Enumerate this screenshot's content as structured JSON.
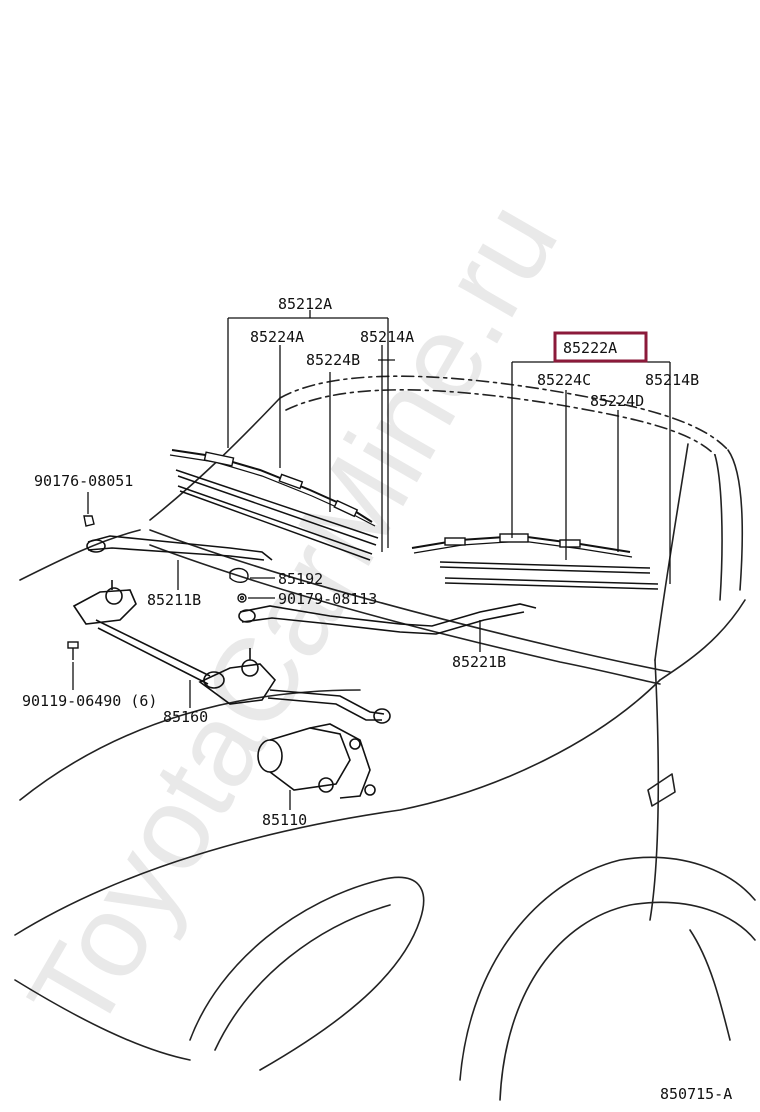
{
  "watermark": "ToyotaCarMine.ru",
  "diagram_code": "850715-A",
  "highlight_color": "#8b1a3a",
  "parts": {
    "p85212A": "85212A",
    "p85224A": "85224A",
    "p85214A": "85214A",
    "p85224B": "85224B",
    "p85222A": "85222A",
    "p85224C": "85224C",
    "p85214B": "85214B",
    "p85224D": "85224D",
    "p90176": "90176-08051",
    "p85192": "85192",
    "p85211B": "85211B",
    "p90179": "90179-08113",
    "p85221B": "85221B",
    "p90119": "90119-06490 (6)",
    "p85160": "85160",
    "p85110": "85110"
  }
}
